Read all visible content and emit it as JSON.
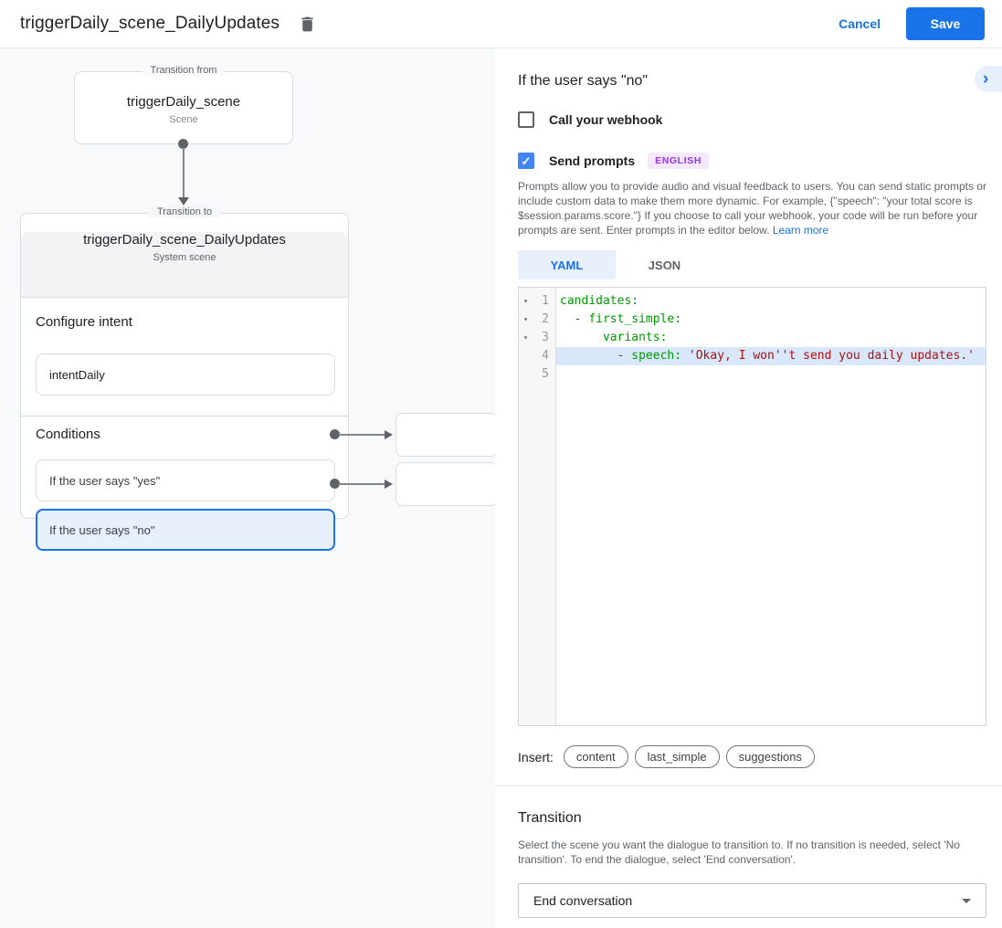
{
  "colors": {
    "accent_blue": "#1a73e8",
    "selected_bg": "#e8f0fe",
    "badge_bg": "#f3e8fd",
    "badge_text": "#9334e6",
    "code_key": "#009900",
    "code_string": "#aa1111",
    "line_highlight": "#d9e7fb",
    "canvas_bg": "#f8f9fa"
  },
  "header": {
    "title": "triggerDaily_scene_DailyUpdates",
    "delete_icon": "trash-icon",
    "cancel_label": "Cancel",
    "save_label": "Save"
  },
  "canvas": {
    "from_box": {
      "legend": "Transition from",
      "title": "triggerDaily_scene",
      "subtitle": "Scene"
    },
    "to_box": {
      "legend": "Transition to",
      "title": "triggerDaily_scene_DailyUpdates",
      "subtitle": "System scene",
      "intent_section": {
        "label": "Configure intent",
        "value": "intentDaily"
      },
      "conditions_section": {
        "label": "Conditions",
        "items": [
          {
            "label": "If the user says \"yes\"",
            "selected": false
          },
          {
            "label": "If the user says \"no\"",
            "selected": true
          }
        ]
      }
    }
  },
  "panel": {
    "title": "If the user says \"no\"",
    "collapse_icon": "chevron-right-icon",
    "webhook": {
      "label": "Call your webhook",
      "checked": false
    },
    "prompts": {
      "label": "Send prompts",
      "checked": true,
      "badge": "ENGLISH"
    },
    "description": "Prompts allow you to provide audio and visual feedback to users. You can send static prompts or include custom data to make them more dynamic. For example, {\"speech\": \"your total score is $session.params.score.\"} If you choose to call your webhook, your code will be run before your prompts are sent. Enter prompts in the editor below. ",
    "learn_more": "Learn more",
    "tabs": [
      {
        "label": "YAML",
        "active": true
      },
      {
        "label": "JSON",
        "active": false
      }
    ],
    "editor": {
      "lines": [
        {
          "num": 1,
          "fold": true,
          "highlight": false,
          "tokens": [
            {
              "t": "candidates:",
              "c": "key"
            }
          ]
        },
        {
          "num": 2,
          "fold": true,
          "highlight": false,
          "tokens": [
            {
              "t": "  - ",
              "c": "meta"
            },
            {
              "t": "first_simple:",
              "c": "key"
            }
          ]
        },
        {
          "num": 3,
          "fold": true,
          "highlight": false,
          "tokens": [
            {
              "t": "      ",
              "c": "plain"
            },
            {
              "t": "variants:",
              "c": "key"
            }
          ]
        },
        {
          "num": 4,
          "fold": false,
          "highlight": true,
          "tokens": [
            {
              "t": "        - ",
              "c": "meta"
            },
            {
              "t": "speech:",
              "c": "key"
            },
            {
              "t": " ",
              "c": "plain"
            },
            {
              "t": "'Okay, I won''t send you daily updates.'",
              "c": "string"
            }
          ]
        },
        {
          "num": 5,
          "fold": false,
          "highlight": false,
          "tokens": []
        }
      ]
    },
    "insert": {
      "label": "Insert:",
      "chips": [
        "content",
        "last_simple",
        "suggestions"
      ]
    },
    "transition": {
      "title": "Transition",
      "description": "Select the scene you want the dialogue to transition to. If no transition is needed, select 'No transition'. To end the dialogue, select 'End conversation'.",
      "dropdown_value": "End conversation"
    }
  }
}
